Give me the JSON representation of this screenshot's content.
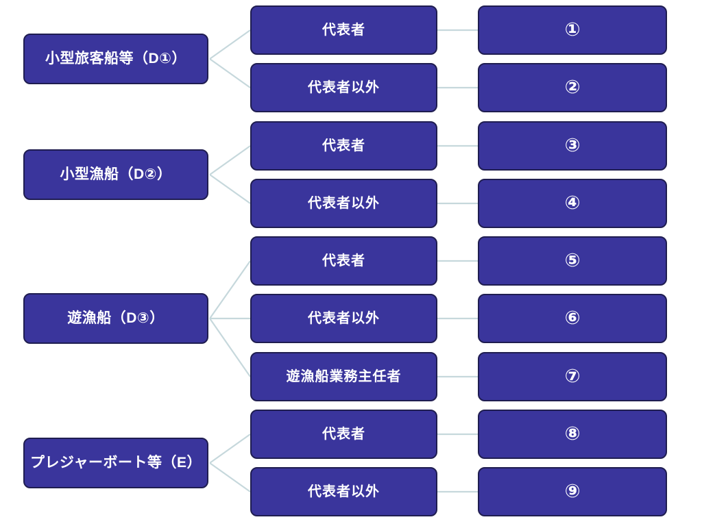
{
  "diagram": {
    "description_colors": {
      "box_fill": "#3a359c",
      "box_border": "#1f1d50",
      "connector_line": "#c6d8dc",
      "box_text": "#ffffff",
      "background": "#ffffff"
    },
    "groups": [
      {
        "category": "小型旅客船等（D①）",
        "children": [
          {
            "role": "代表者",
            "number": "①"
          },
          {
            "role": "代表者以外",
            "number": "②"
          }
        ]
      },
      {
        "category": "小型漁船（D②）",
        "children": [
          {
            "role": "代表者",
            "number": "③"
          },
          {
            "role": "代表者以外",
            "number": "④"
          }
        ]
      },
      {
        "category": "遊漁船（D③）",
        "children": [
          {
            "role": "代表者",
            "number": "⑤"
          },
          {
            "role": "代表者以外",
            "number": "⑥"
          },
          {
            "role": "遊漁船業務主任者",
            "number": "⑦"
          }
        ]
      },
      {
        "category": "プレジャーボート等（E）",
        "children": [
          {
            "role": "代表者",
            "number": "⑧"
          },
          {
            "role": "代表者以外",
            "number": "⑨"
          }
        ]
      }
    ]
  }
}
